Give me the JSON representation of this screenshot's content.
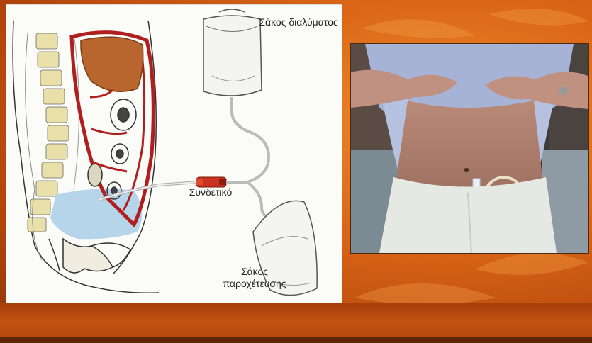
{
  "diagram": {
    "labels": {
      "solution_bag": "Σάκος διαλύματος",
      "connector": "Συνδετικό",
      "drainage_bag": "Σάκος παροχέτευσης"
    }
  },
  "colors": {
    "background_orange": "#d96516",
    "catheter_red": "#c8321e",
    "organ_red": "#b01e1e",
    "peritoneal_fluid": "#a9cce8",
    "liver_brown": "#b8652e"
  },
  "icons": [
    "solution-bag-icon",
    "drainage-bag-icon",
    "connector-icon"
  ]
}
